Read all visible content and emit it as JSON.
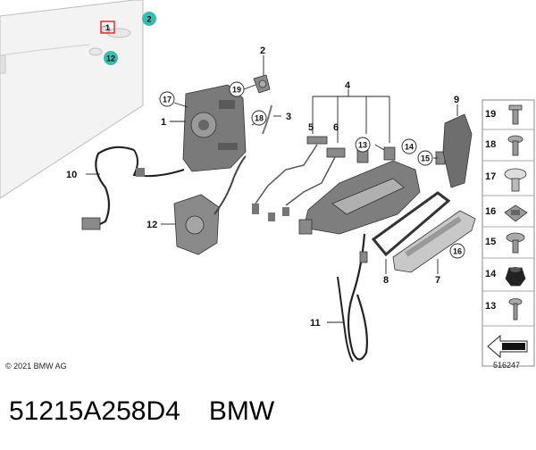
{
  "diagram": {
    "callouts": {
      "c1": "1",
      "c2": "2",
      "c3": "3",
      "c4": "4",
      "c5": "5",
      "c6": "6",
      "c7": "7",
      "c8": "8",
      "c9": "9",
      "c10": "10",
      "c11": "11",
      "c12": "12",
      "c13": "13",
      "c14": "14",
      "c15": "15",
      "c16": "16",
      "c17": "17",
      "c18": "18",
      "c19": "19",
      "door_1": "1",
      "door_2": "2",
      "door_12": "12"
    },
    "side_panel": [
      "19",
      "18",
      "17",
      "16",
      "15",
      "14",
      "13"
    ],
    "copyright": "© 2021 BMW AG",
    "diagram_id": "516247"
  },
  "footer": {
    "part_number": "51215A258D4",
    "brand": "BMW"
  },
  "colors": {
    "highlight_box": "#e0303a",
    "teal_circle": "#3cbcb0",
    "part_gray": "#8a8a8a",
    "door_fill": "#f2f2f2"
  }
}
